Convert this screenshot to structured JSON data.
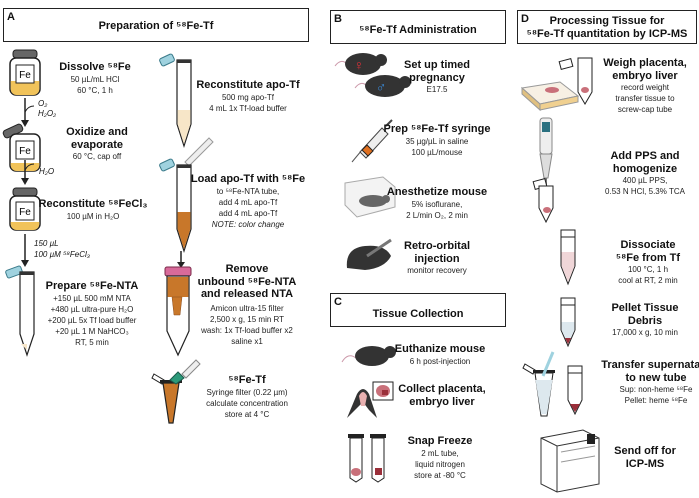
{
  "panels": {
    "A": {
      "letter": "A",
      "title": "Preparation of ⁵⁸Fe-Tf",
      "jar_label": "Fe",
      "steps": [
        {
          "title": [
            "Dissolve ⁵⁸Fe"
          ],
          "details": [
            "50 µL/mL HCl",
            "60 °C, 1 h"
          ]
        },
        {
          "title": [
            "Oxidize and",
            "evaporate"
          ],
          "details": [
            "60 °C, cap off"
          ]
        },
        {
          "title": [
            "Reconstitute ⁵⁸FeCl₃"
          ],
          "details": [
            "100 µM in H₂O"
          ]
        },
        {
          "title": [
            "Prepare ⁵⁸Fe-NTA"
          ],
          "details": [
            "+150 µL 500 mM NTA",
            "+480 µL ultra-pure H₂O",
            "+200 µL 5x Tf load buffer",
            "+20 µL 1 M NaHCO₃",
            "RT, 5 min"
          ]
        },
        {
          "title": [
            "Reconstitute apo-Tf"
          ],
          "details": [
            "500 mg apo-Tf",
            "4 mL 1x Tf-load buffer"
          ]
        },
        {
          "title": [
            "Load apo-Tf with ⁵⁸Fe"
          ],
          "details": [
            "to ⁵⁸Fe-NTA tube,",
            "add 4 mL apo-Tf",
            "add 4 mL apo-Tf"
          ],
          "note": "NOTE: color change"
        },
        {
          "title": [
            "Remove",
            "unbound ⁵⁸Fe-NTA",
            "and released NTA"
          ],
          "details": [
            "Amicon ultra-15 filter",
            "2,500 x g, 15 min RT",
            "wash: 1x Tf-load buffer x2",
            "saline x1"
          ]
        },
        {
          "title": [
            "⁵⁸Fe-Tf"
          ],
          "details": [
            "Syringe filter (0.22 µm)",
            "calculate concentration",
            "store at 4 °C"
          ]
        }
      ],
      "arrow_labels": {
        "oxidize": [
          "O₂",
          "H₂O₂"
        ],
        "water": "H₂O",
        "transfer": [
          "150 µL",
          "100 µM ⁵⁸FeCl₃"
        ]
      }
    },
    "B": {
      "letter": "B",
      "title": "⁵⁸Fe-Tf Administration",
      "steps": [
        {
          "title": [
            "Set up timed",
            "pregnancy"
          ],
          "details": [
            "E17.5"
          ]
        },
        {
          "title": [
            "Prep ⁵⁸Fe-Tf syringe"
          ],
          "details": [
            "35 µg/µL in saline",
            "100 µL/mouse"
          ]
        },
        {
          "title": [
            "Anesthetize mouse"
          ],
          "details": [
            "5% isoflurane,",
            "2 L/min O₂, 2 min"
          ]
        },
        {
          "title": [
            "Retro-orbital",
            "injection"
          ],
          "details": [
            "monitor recovery"
          ]
        }
      ],
      "symbols": {
        "female": "♀",
        "male": "♂"
      }
    },
    "C": {
      "letter": "C",
      "title": "Tissue Collection",
      "steps": [
        {
          "title": [
            "Euthanize mouse"
          ],
          "details": [
            "6 h post-injection"
          ]
        },
        {
          "title": [
            "Collect placenta,",
            "embryo liver"
          ],
          "details": []
        },
        {
          "title": [
            "Snap Freeze"
          ],
          "details": [
            "2 mL tube,",
            "liquid nitrogen",
            "store at -80 °C"
          ]
        }
      ]
    },
    "D": {
      "letter": "D",
      "title": [
        "Processing Tissue for",
        "⁵⁸Fe-Tf quantitation by ICP-MS"
      ],
      "steps": [
        {
          "title": [
            "Weigh placenta,",
            "embryo liver"
          ],
          "details": [
            "record weight",
            "transfer tissue to",
            "screw-cap tube"
          ]
        },
        {
          "title": [
            "Add PPS and",
            "homogenize"
          ],
          "details": [
            "400 µL PPS,",
            "0.53 N HCl, 5.3% TCA"
          ]
        },
        {
          "title": [
            "Dissociate",
            "⁵⁸Fe from Tf"
          ],
          "details": [
            "100 °C, 1 h",
            "cool at RT, 2 min"
          ]
        },
        {
          "title": [
            "Pellet Tissue",
            "Debris"
          ],
          "details": [
            "17,000 x g, 10 min"
          ]
        },
        {
          "title": [
            "Transfer supernatant",
            "to new tube"
          ],
          "details": [
            "Sup: non-heme ⁵⁸Fe",
            "Pellet: heme ⁵⁸Fe"
          ]
        },
        {
          "title": [
            "Send off for",
            "ICP-MS"
          ],
          "details": []
        }
      ]
    }
  },
  "colors": {
    "iron_solution": "#c8772a",
    "pale_solution": "#f7e6c8",
    "jar_fill": "#f1c35a",
    "cap_blue": "#9fd2df",
    "cap_pink": "#d86a9a",
    "filter_green": "#2c9a7a",
    "tissue": "#c9707a",
    "liver": "#9b2f3a",
    "female": "#e0303a",
    "male": "#3a8ad8"
  }
}
